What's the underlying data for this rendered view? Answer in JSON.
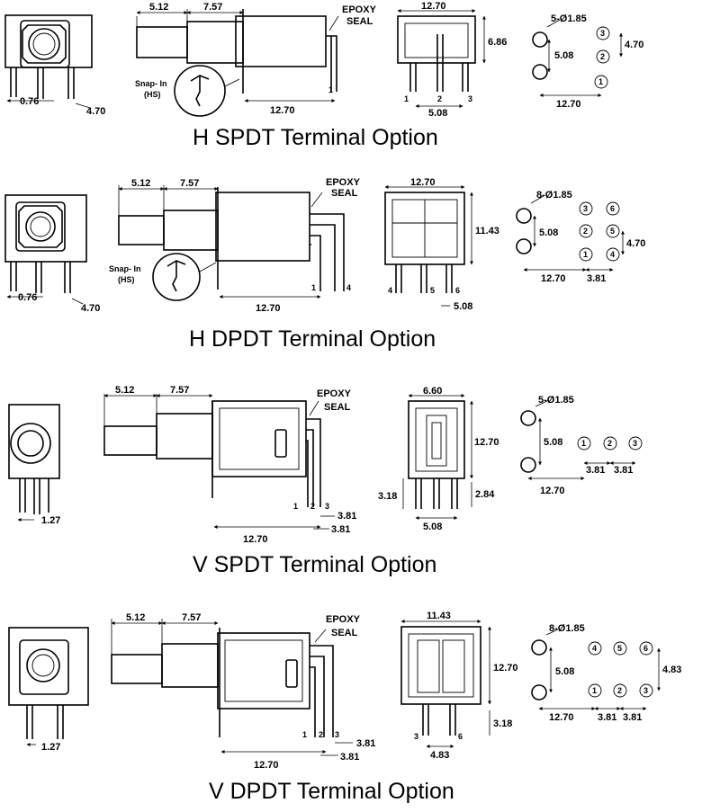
{
  "figure": {
    "sections": [
      {
        "id": "h-spdt",
        "title": "H SPDT Terminal Option",
        "side_dims": [
          "5.12",
          "7.57",
          "12.70"
        ],
        "seal_label_line1": "EPOXY",
        "seal_label_line2": "SEAL",
        "snap_label_line1": "Snap- In",
        "snap_label_line2": "(HS)",
        "front_dims": [
          "0.76",
          "4.70"
        ],
        "end_dims": [
          "12.70",
          "6.86",
          "5.08"
        ],
        "end_pins": [
          "1",
          "2",
          "3"
        ],
        "side_pin": "1",
        "layout_hole_label": "5-Ø1.85",
        "layout_dims": [
          "5.08",
          "4.70",
          "12.70"
        ],
        "layout_pins": [
          "3",
          "2",
          "1"
        ]
      },
      {
        "id": "h-dpdt",
        "title": "H DPDT Terminal Option",
        "side_dims": [
          "5.12",
          "7.57",
          "12.70"
        ],
        "seal_label_line1": "EPOXY",
        "seal_label_line2": "SEAL",
        "snap_label_line1": "Snap- In",
        "snap_label_line2": "(HS)",
        "front_dims": [
          "0.76",
          "4.70"
        ],
        "end_dims": [
          "12.70",
          "11.43",
          "5.08"
        ],
        "end_pins": [
          "4",
          "5",
          "6"
        ],
        "side_pins": [
          "1",
          "4"
        ],
        "layout_hole_label": "8-Ø1.85",
        "layout_dims": [
          "5.08",
          "4.70",
          "12.70",
          "3.81"
        ],
        "layout_pins": [
          "3",
          "6",
          "2",
          "5",
          "1",
          "4"
        ]
      },
      {
        "id": "v-spdt",
        "title": "V SPDT Terminal Option",
        "side_dims": [
          "5.12",
          "7.57",
          "12.70",
          "3.81",
          "3.81"
        ],
        "seal_label_line1": "EPOXY",
        "seal_label_line2": "SEAL",
        "front_dims": [
          "1.27"
        ],
        "end_dims": [
          "6.60",
          "12.70",
          "3.18",
          "2.84",
          "5.08"
        ],
        "side_pins": [
          "1",
          "2",
          "3"
        ],
        "layout_hole_label": "5-Ø1.85",
        "layout_dims": [
          "5.08",
          "3.81",
          "3.81",
          "12.70"
        ],
        "layout_pins": [
          "1",
          "2",
          "3"
        ]
      },
      {
        "id": "v-dpdt",
        "title": "V DPDT Terminal Option",
        "side_dims": [
          "5.12",
          "7.57",
          "12.70",
          "3.81",
          "3.81"
        ],
        "seal_label_line1": "EPOXY",
        "seal_label_line2": "SEAL",
        "front_dims": [
          "1.27"
        ],
        "end_dims": [
          "11.43",
          "12.70",
          "3.18",
          "4.83"
        ],
        "end_pins": [
          "3",
          "6"
        ],
        "side_pins": [
          "1",
          "2",
          "3"
        ],
        "layout_hole_label": "8-Ø1.85",
        "layout_dims": [
          "5.08",
          "4.83",
          "12.70",
          "3.81",
          "3.81"
        ],
        "layout_pins": [
          "4",
          "5",
          "6",
          "1",
          "2",
          "3"
        ]
      }
    ]
  }
}
